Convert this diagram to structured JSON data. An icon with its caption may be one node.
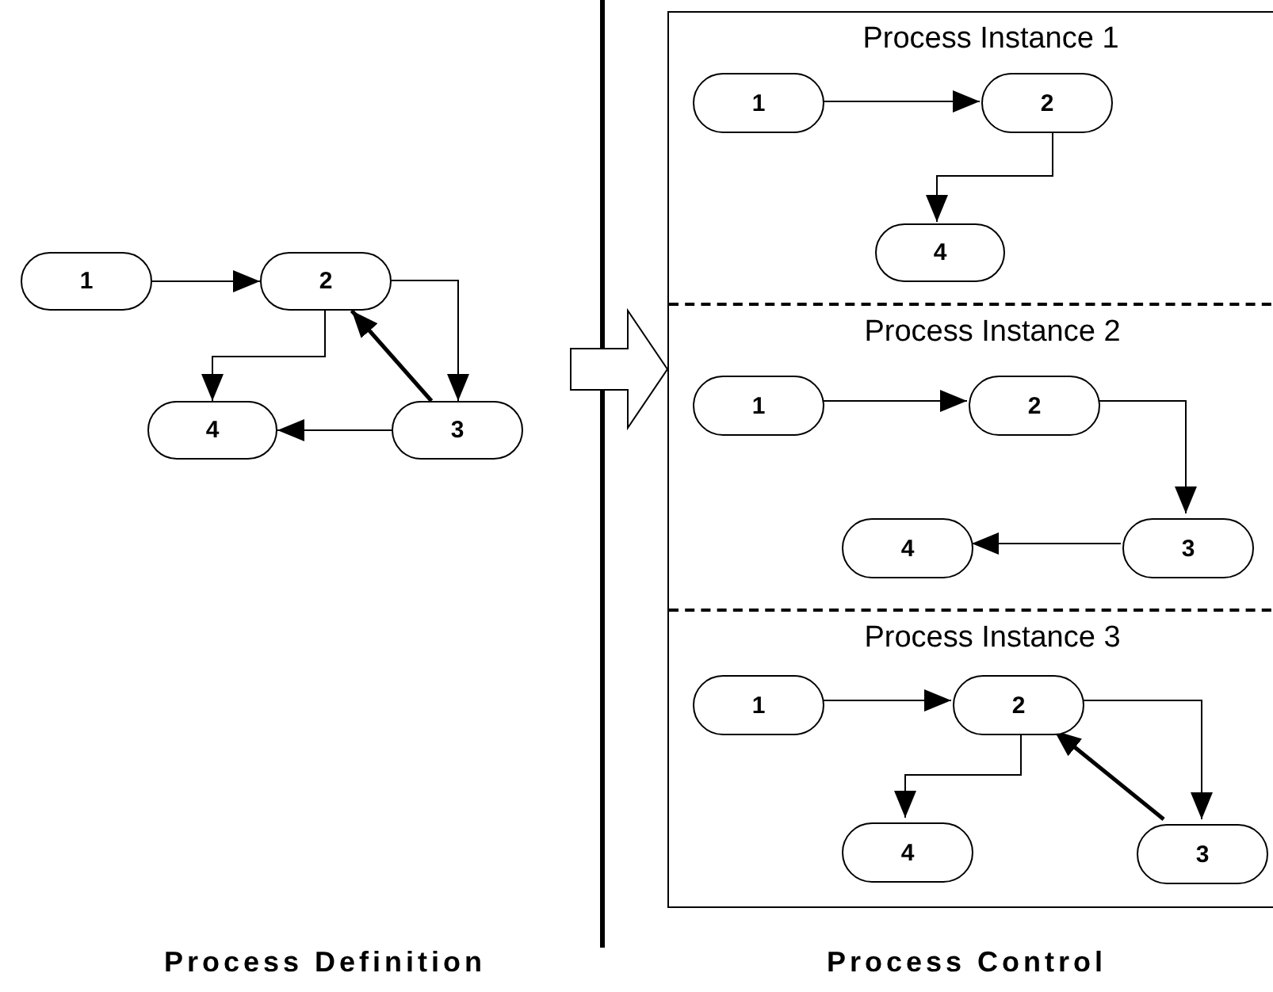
{
  "diagram": {
    "nodes": [
      {
        "text": [
          "1"
        ]
      },
      {
        "text": [
          "2"
        ]
      },
      {
        "text": [
          "4"
        ]
      },
      {
        "text": [
          "3"
        ]
      },
      {
        "text": [],
        "shape": "box"
      },
      {
        "text": [
          "Process Instance 1"
        ],
        "in": 4
      },
      {
        "text": [
          "1"
        ],
        "in": 5
      },
      {
        "text": [
          "2"
        ],
        "in": 5
      },
      {
        "text": [
          "4"
        ],
        "in": 5
      },
      {
        "text": [
          "Process Instance 2"
        ],
        "in": 4
      },
      {
        "text": [
          "1"
        ],
        "in": 9
      },
      {
        "text": [
          "2"
        ],
        "in": 9
      },
      {
        "text": [
          "4"
        ],
        "in": 9
      },
      {
        "text": [
          "3"
        ],
        "in": 9
      },
      {
        "text": [
          "Process Instance 3"
        ],
        "in": 4
      },
      {
        "text": [
          "1"
        ],
        "in": 14
      },
      {
        "text": [
          "2"
        ],
        "in": 14
      },
      {
        "text": [
          "4"
        ],
        "in": 14
      },
      {
        "text": [
          "3"
        ],
        "in": 14
      }
    ],
    "edges": [
      {
        "from": 0,
        "to": 1,
        "arrow": "to"
      },
      {
        "from": 1,
        "to": 3,
        "arrow": "to"
      },
      {
        "from": 1,
        "to": 2,
        "arrow": "to"
      },
      {
        "from": 3,
        "to": 1,
        "arrow": "to",
        "style": "thick"
      },
      {
        "from": 3,
        "to": 2,
        "arrow": "to"
      },
      {
        "from": null,
        "to": 4,
        "arrow": "to"
      },
      {
        "from": 6,
        "to": 7,
        "arrow": "to"
      },
      {
        "from": 7,
        "to": 8,
        "arrow": "to"
      },
      {
        "from": 10,
        "to": 11,
        "arrow": "to"
      },
      {
        "from": 11,
        "to": 13,
        "arrow": "to"
      },
      {
        "from": 13,
        "to": 12,
        "arrow": "to"
      },
      {
        "from": 15,
        "to": 16,
        "arrow": "to"
      },
      {
        "from": 16,
        "to": 18,
        "arrow": "to"
      },
      {
        "from": 16,
        "to": 17,
        "arrow": "to"
      },
      {
        "from": 18,
        "to": 16,
        "arrow": "to",
        "style": "thick"
      }
    ],
    "labels": [
      "Process Definition",
      "Process Control"
    ]
  }
}
